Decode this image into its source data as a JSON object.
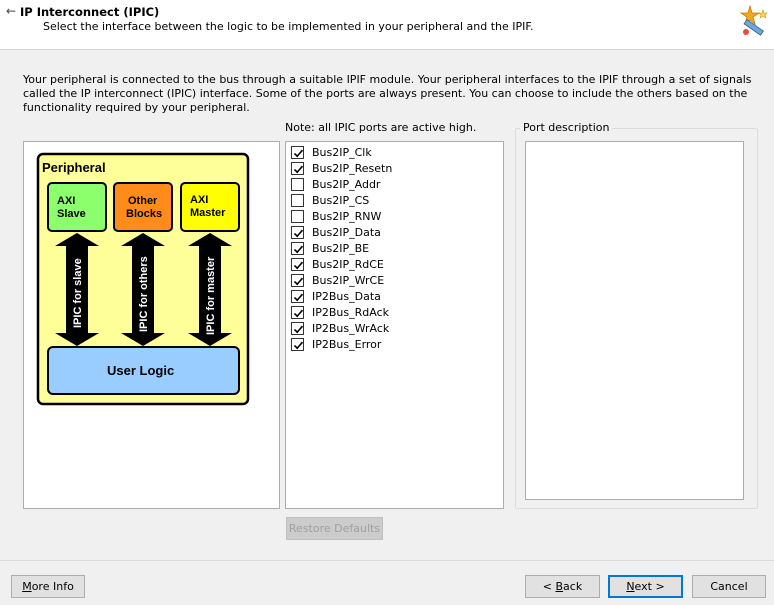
{
  "header": {
    "back_icon": "←",
    "title": "IP Interconnect (IPIC)",
    "subtitle": "Select the interface between the logic to be implemented in your peripheral and the IPIF."
  },
  "intro_text": "Your peripheral is connected to the bus through a suitable IPIF module. Your peripheral interfaces to the IPIF through a set of signals called the IP interconnect (IPIC) interface. Some of the ports are always present. You can choose to include the others based on the functionality required by your peripheral.",
  "diagram": {
    "peripheral_label": "Peripheral",
    "blocks": [
      {
        "line1": "AXI",
        "line2": "Slave",
        "color": "#8cff6c"
      },
      {
        "line1": "Other",
        "line2": "Blocks",
        "color": "#ff8c1a"
      },
      {
        "line1": "AXI",
        "line2": "Master",
        "color": "#ffff00"
      }
    ],
    "arrows": [
      "IPIC for slave",
      "IPIC for others",
      "IPIC for master"
    ],
    "user_logic_label": "User Logic",
    "colors": {
      "outer": "#ffff99",
      "user_logic": "#99ccff",
      "arrow": "#000000"
    }
  },
  "ports": {
    "note": "Note: all IPIC ports are active high.",
    "items": [
      {
        "label": "Bus2IP_Clk",
        "checked": true
      },
      {
        "label": "Bus2IP_Resetn",
        "checked": true
      },
      {
        "label": "Bus2IP_Addr",
        "checked": false
      },
      {
        "label": "Bus2IP_CS",
        "checked": false
      },
      {
        "label": "Bus2IP_RNW",
        "checked": false
      },
      {
        "label": "Bus2IP_Data",
        "checked": true
      },
      {
        "label": "Bus2IP_BE",
        "checked": true
      },
      {
        "label": "Bus2IP_RdCE",
        "checked": true
      },
      {
        "label": "Bus2IP_WrCE",
        "checked": true
      },
      {
        "label": "IP2Bus_Data",
        "checked": true
      },
      {
        "label": "IP2Bus_RdAck",
        "checked": true
      },
      {
        "label": "IP2Bus_WrAck",
        "checked": true
      },
      {
        "label": "IP2Bus_Error",
        "checked": true
      }
    ]
  },
  "port_description": {
    "label": "Port description",
    "text": ""
  },
  "buttons": {
    "restore_defaults": "Restore Defaults",
    "more_info_mn": "M",
    "more_info_rest": "ore Info",
    "back_pre": "< ",
    "back_mn": "B",
    "back_rest": "ack",
    "next_mn": "N",
    "next_rest": "ext >",
    "cancel": "Cancel"
  },
  "icons": {
    "header_icon": "wizard-stars-icon",
    "back": "back-arrow-icon",
    "check": "checkmark-icon"
  }
}
